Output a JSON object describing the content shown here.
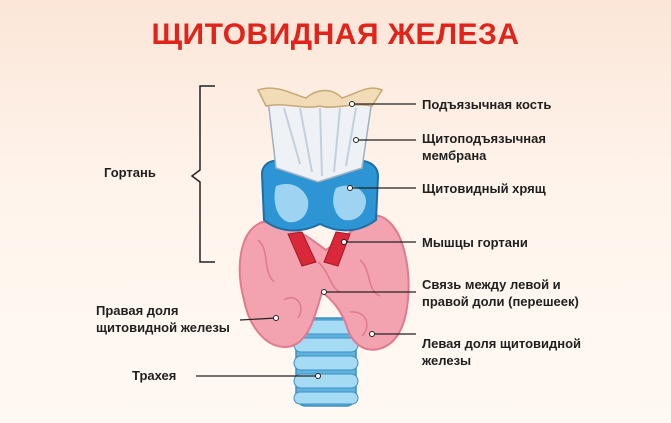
{
  "title": "ЩИТОВИДНАЯ ЖЕЛЕЗА",
  "labels": {
    "hyoid_bone": "Подъязычная кость",
    "thyrohyoid_membrane_1": "Щитоподъязычная",
    "thyrohyoid_membrane_2": "мембрана",
    "thyroid_cartilage": "Щитовидный хрящ",
    "larynx_muscles": "Мышцы гортани",
    "isthmus_1": "Связь между левой и",
    "isthmus_2": "правой доли (перешеек)",
    "left_lobe_1": "Левая доля щитовидной",
    "left_lobe_2": "железы",
    "larynx": "Гортань",
    "right_lobe_1": "Правая доля",
    "right_lobe_2": "щитовидной железы",
    "trachea": "Трахея"
  },
  "colors": {
    "title": "#e2231a",
    "thyroid": "#f3a2b0",
    "cartilage": "#3aa6dd",
    "muscle": "#d8283a",
    "membrane": "#e8eef5",
    "bone": "#f2dcb8",
    "trachea": "#7cc6ea"
  }
}
